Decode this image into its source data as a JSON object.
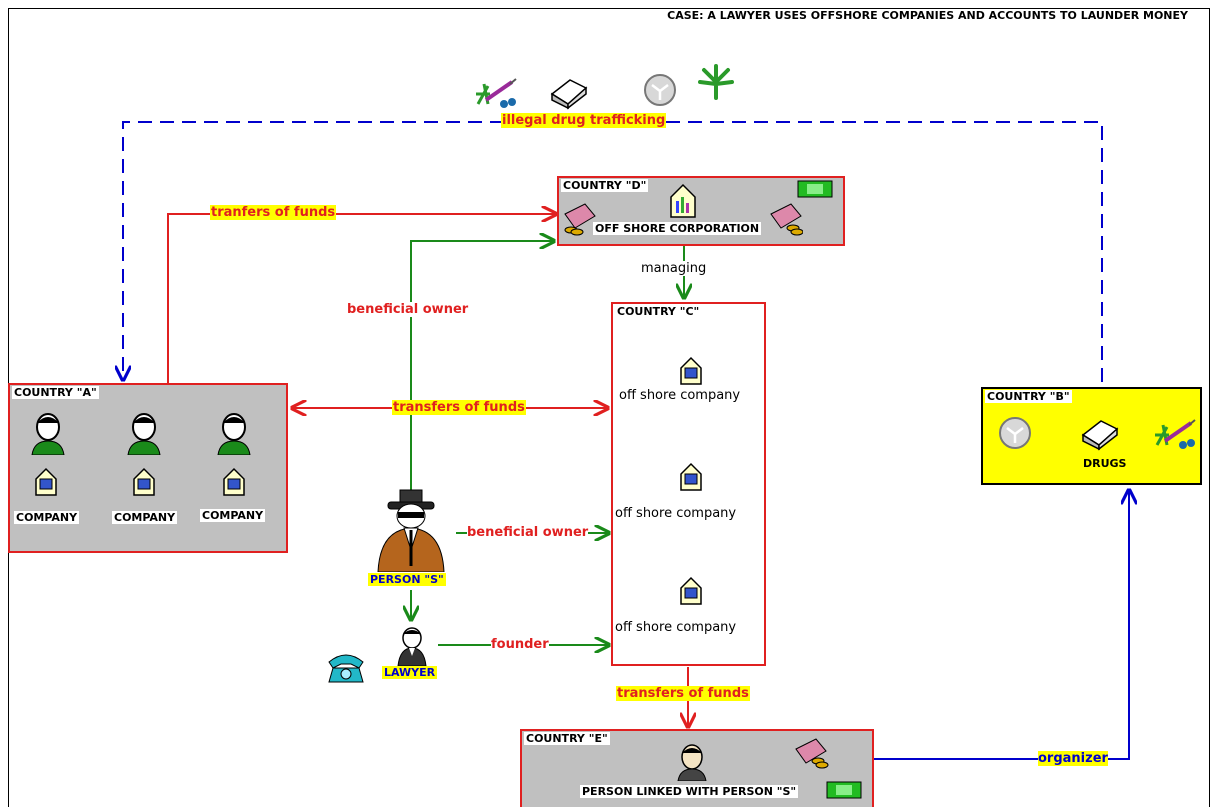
{
  "title": "CASE: A LAWYER USES OFFSHORE COMPANIES AND ACCOUNTS TO LAUNDER  MONEY",
  "countries": {
    "a": {
      "title": "COUNTRY \"A\"",
      "companies": [
        "COMPANY",
        "COMPANY",
        "COMPANY"
      ]
    },
    "b": {
      "title": "COUNTRY \"B\"",
      "label": "DRUGS"
    },
    "c": {
      "title": "COUNTRY \"C\"",
      "companies": [
        "off shore company",
        "off shore company",
        "off shore company"
      ]
    },
    "d": {
      "title": "COUNTRY \"D\"",
      "label": "OFF SHORE CORPORATION"
    },
    "e": {
      "title": "COUNTRY \"E\"",
      "label": "PERSON LINKED WITH PERSON \"S\""
    }
  },
  "persons": {
    "s": "PERSON \"S\"",
    "lawyer": "LAWYER"
  },
  "edges": {
    "drug": "illegal drug trafficking",
    "tranfers": "tranfers of funds",
    "beneficial_owner_1": "beneficial owner",
    "managing": "managing",
    "transfers_ac": "transfers of funds",
    "beneficial_owner_2": "beneficial owner",
    "founder": "founder",
    "transfers_ce": "transfers of funds",
    "organizer": "organizer"
  },
  "colors": {
    "red": "#e02020",
    "green": "#1a8a1a",
    "blue": "#0000cc",
    "highlight": "#ffff00"
  }
}
